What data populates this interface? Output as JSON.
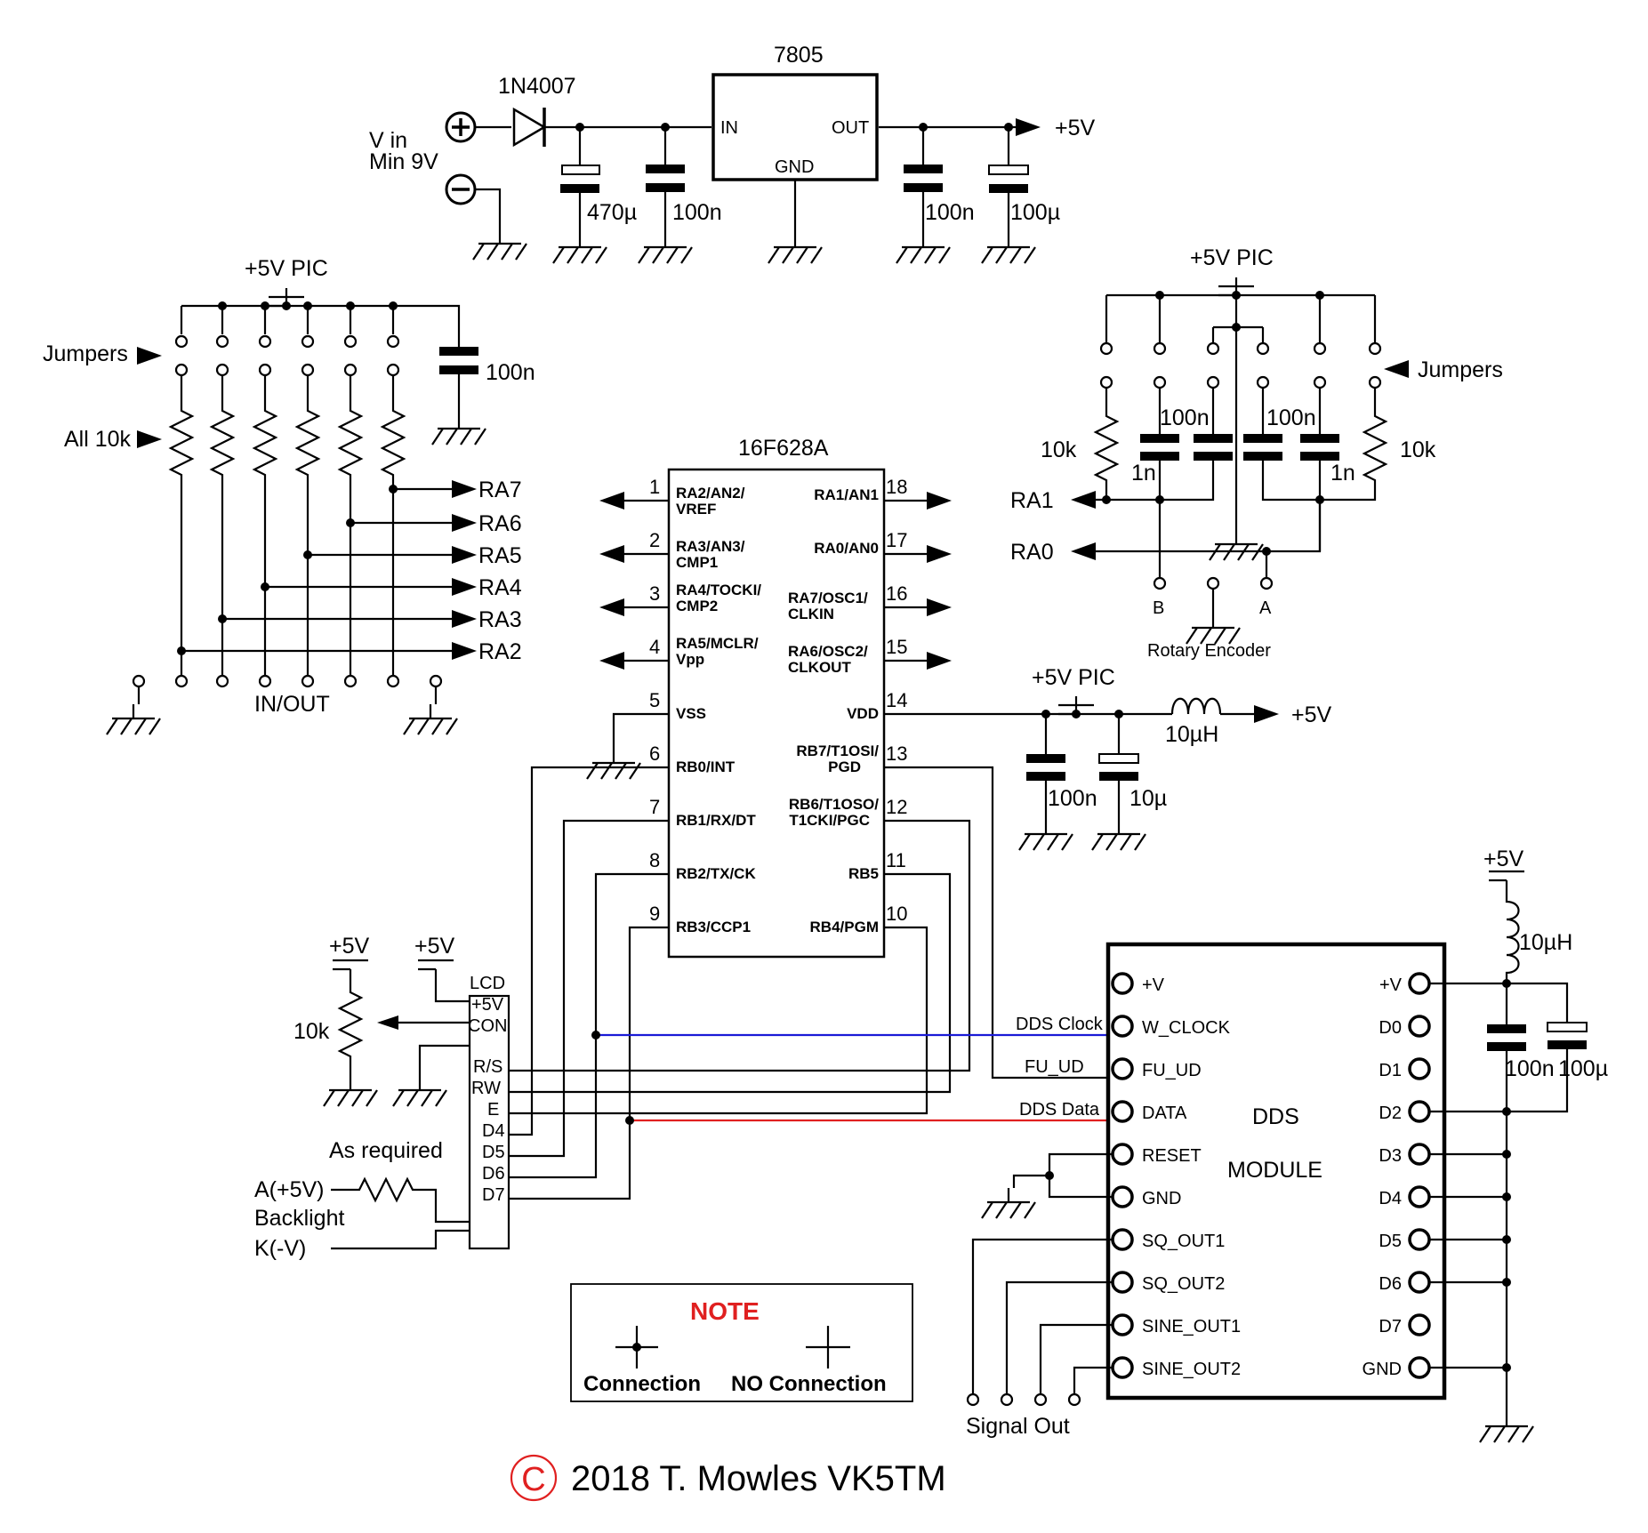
{
  "power": {
    "regulator": "7805",
    "reg_in": "IN",
    "reg_out": "OUT",
    "reg_gnd": "GND",
    "diode": "1N4007",
    "vin_line1": "V in",
    "vin_line2": "Min 9V",
    "c1": "470µ",
    "c2": "100n",
    "c3": "100n",
    "c4": "100µ",
    "out": "+5V"
  },
  "inputs": {
    "supply": "+5V PIC",
    "jumpers": "Jumpers",
    "resistors": "All 10k",
    "cap": "100n",
    "inout": "IN/OUT",
    "labels": [
      "RA7",
      "RA6",
      "RA5",
      "RA4",
      "RA3",
      "RA2"
    ]
  },
  "encoder": {
    "supply": "+5V PIC",
    "jumpers": "Jumpers",
    "r_left": "10k",
    "r_right": "10k",
    "c_big_left": "100n",
    "c_big_right": "100n",
    "c_small_left": "1n",
    "c_small_right": "1n",
    "ra1": "RA1",
    "ra0": "RA0",
    "pin_b": "B",
    "pin_a": "A",
    "name": "Rotary Encoder"
  },
  "pic": {
    "name": "16F628A",
    "left_pins": [
      {
        "num": "1",
        "l1": "RA2/AN2/",
        "l2": "VREF"
      },
      {
        "num": "2",
        "l1": "RA3/AN3/",
        "l2": "CMP1"
      },
      {
        "num": "3",
        "l1": "RA4/TOCKI/",
        "l2": "CMP2"
      },
      {
        "num": "4",
        "l1": "RA5/MCLR/",
        "l2": "Vpp"
      },
      {
        "num": "5",
        "l1": "VSS",
        "l2": ""
      },
      {
        "num": "6",
        "l1": "RB0/INT",
        "l2": ""
      },
      {
        "num": "7",
        "l1": "RB1/RX/DT",
        "l2": ""
      },
      {
        "num": "8",
        "l1": "RB2/TX/CK",
        "l2": ""
      },
      {
        "num": "9",
        "l1": "RB3/CCP1",
        "l2": ""
      }
    ],
    "right_pins": [
      {
        "num": "18",
        "l1": "RA1/AN1",
        "l2": ""
      },
      {
        "num": "17",
        "l1": "RA0/AN0",
        "l2": ""
      },
      {
        "num": "16",
        "l1": "RA7/OSC1/",
        "l2": "CLKIN"
      },
      {
        "num": "15",
        "l1": "RA6/OSC2/",
        "l2": "CLKOUT"
      },
      {
        "num": "14",
        "l1": "VDD",
        "l2": ""
      },
      {
        "num": "13",
        "l1": "RB7/T1OSI/",
        "l2": "PGD"
      },
      {
        "num": "12",
        "l1": "RB6/T1OSO/",
        "l2": "T1CKI/PGC"
      },
      {
        "num": "11",
        "l1": "RB5",
        "l2": ""
      },
      {
        "num": "10",
        "l1": "RB4/PGM",
        "l2": ""
      }
    ]
  },
  "pic_supply": {
    "label": "+5V PIC",
    "c1": "100n",
    "c2": "10µ",
    "inductor": "10µH",
    "out": "+5V"
  },
  "lcd": {
    "name": "LCD",
    "pins": [
      "+5V",
      "CON",
      "R/S",
      "RW",
      "E",
      "D4",
      "D5",
      "D6",
      "D7"
    ],
    "supply1": "+5V",
    "supply2": "+5V",
    "pot": "10k",
    "as_required": "As required",
    "anode": "A(+5V)",
    "backlight": "Backlight",
    "cathode": "K(-V)"
  },
  "dds": {
    "title1": "DDS",
    "title2": "MODULE",
    "left_pins": [
      "+V",
      "W_CLOCK",
      "FU_UD",
      "DATA",
      "RESET",
      "GND",
      "SQ_OUT1",
      "SQ_OUT2",
      "SINE_OUT1",
      "SINE_OUT2"
    ],
    "right_pins": [
      "+V",
      "D0",
      "D1",
      "D2",
      "D3",
      "D4",
      "D5",
      "D6",
      "D7",
      "GND"
    ],
    "net_clock": "DDS Clock",
    "net_fuud": "FU_UD",
    "net_data": "DDS Data",
    "signal_out": "Signal Out",
    "supply": "+5V",
    "inductor": "10µH",
    "c1": "100n",
    "c2": "100µ"
  },
  "note": {
    "title": "NOTE",
    "connection": "Connection",
    "no_connection": "NO Connection"
  },
  "copyright": {
    "symbol": "C",
    "text": "2018 T. Mowles VK5TM"
  },
  "colors": {
    "clock_wire": "#1a1ad6",
    "data_wire": "#e02020",
    "note_title": "#e02020",
    "copyright_mark": "#e02020"
  }
}
